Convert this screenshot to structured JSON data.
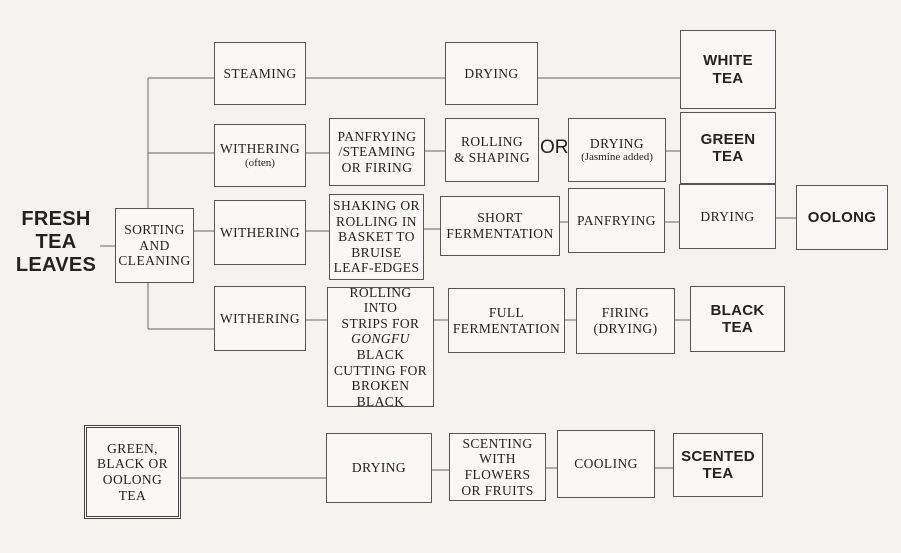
{
  "start": {
    "lines": [
      "FRESH",
      "TEA",
      "LEAVES"
    ]
  },
  "sorting": {
    "lines": [
      "SORTING",
      "AND",
      "CLEANING"
    ]
  },
  "white_tea": {
    "steaming": "STEAMING",
    "drying": "DRYING",
    "result": [
      "WHITE",
      "TEA"
    ]
  },
  "green_tea": {
    "withering": "WITHERING",
    "withering_note": "(often)",
    "panfrying": [
      "PANFRYING",
      "/STEAMING",
      "OR FIRING"
    ],
    "rolling": [
      "ROLLING",
      "& SHAPING"
    ],
    "or_label": "OR",
    "drying": "DRYING",
    "drying_note": "(Jasmine added)",
    "result": [
      "GREEN",
      "TEA"
    ]
  },
  "oolong": {
    "withering": "WITHERING",
    "shaking": [
      "SHAKING OR",
      "ROLLING IN",
      "BASKET TO",
      "BRUISE",
      "LEAF-EDGES"
    ],
    "fermentation": [
      "SHORT",
      "FERMENTATION"
    ],
    "panfrying": "PANFRYING",
    "drying": "DRYING",
    "result": "OOLONG"
  },
  "black_tea": {
    "withering": "WITHERING",
    "rolling": [
      "ROLLING INTO",
      "STRIPS FOR",
      "GONGFU",
      "BLACK",
      "CUTTING FOR",
      "BROKEN",
      "BLACK"
    ],
    "fermentation": [
      "FULL",
      "FERMENTATION"
    ],
    "firing": [
      "FIRING",
      "(DRYING)"
    ],
    "result": [
      "BLACK",
      "TEA"
    ]
  },
  "scented": {
    "source": [
      "GREEN,",
      "BLACK OR",
      "OOLONG",
      "TEA"
    ],
    "drying": "DRYING",
    "scenting": [
      "SCENTING",
      "WITH",
      "FLOWERS",
      "OR FRUITS"
    ],
    "cooling": "COOLING",
    "result": [
      "SCENTED",
      "TEA"
    ]
  }
}
